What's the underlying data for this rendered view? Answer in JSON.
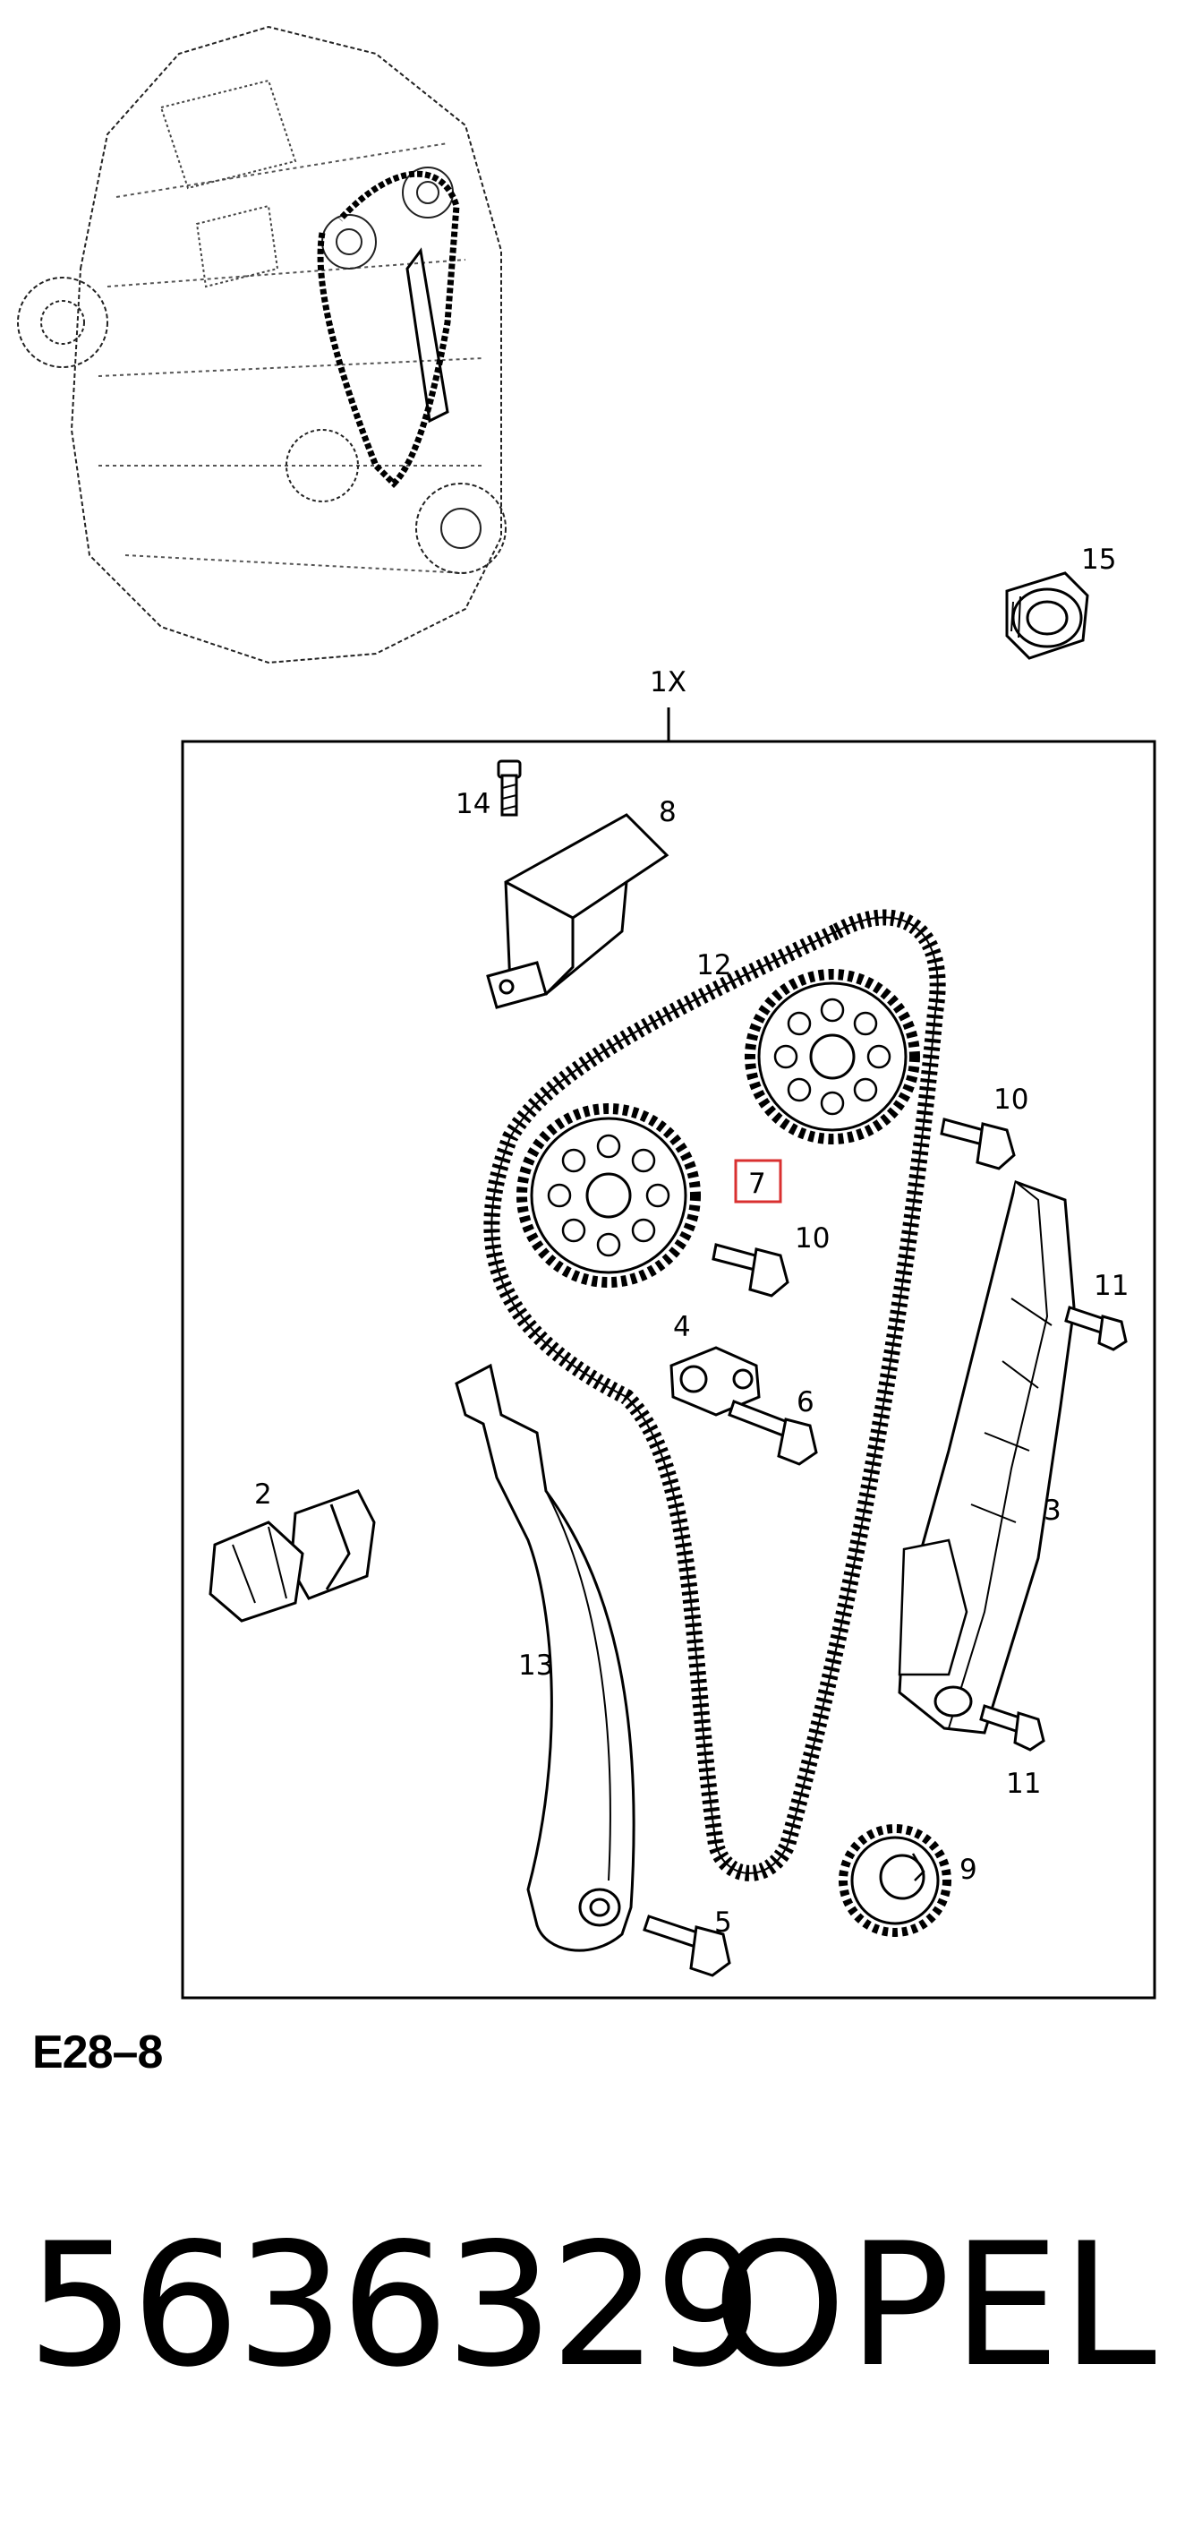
{
  "diagram": {
    "group_label": "1X",
    "callouts": {
      "c2": "2",
      "c3": "3",
      "c4": "4",
      "c5": "5",
      "c6": "6",
      "c7": "7",
      "c8": "8",
      "c9": "9",
      "c10a": "10",
      "c10b": "10",
      "c11a": "11",
      "c11b": "11",
      "c12": "12",
      "c13": "13",
      "c14": "14",
      "c15": "15"
    },
    "highlight_color": "#d93030"
  },
  "footer": {
    "reference_code": "E28–8",
    "part_number": "5636329",
    "brand": "OPEL"
  }
}
